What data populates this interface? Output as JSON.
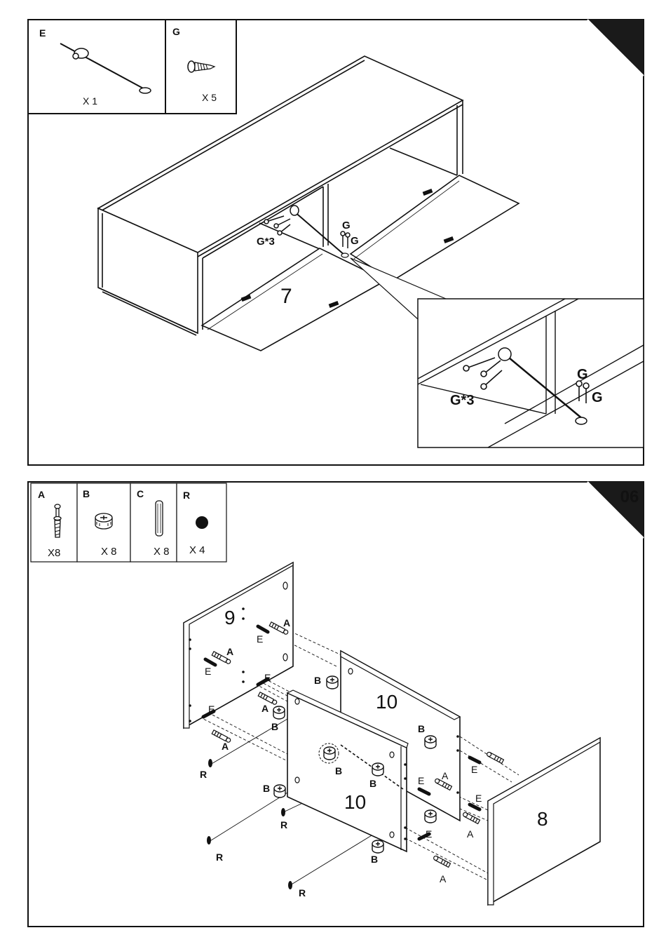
{
  "step1": {
    "step_number": "",
    "parts": [
      {
        "id": "E",
        "qty": "X 1",
        "icon": "hinge-stay-icon"
      },
      {
        "id": "G",
        "qty": "X 5",
        "icon": "screw-icon"
      }
    ],
    "panel_label": "7",
    "callouts": {
      "g3": "G*3",
      "g_top": "G",
      "g_side": "G"
    },
    "detail_callouts": {
      "g3": "G*3",
      "g_top": "G",
      "g_side": "G"
    }
  },
  "step2": {
    "step_number": "06",
    "parts": [
      {
        "id": "A",
        "qty": "X8",
        "icon": "cam-bolt-icon"
      },
      {
        "id": "B",
        "qty": "X 8",
        "icon": "cam-lock-icon"
      },
      {
        "id": "C",
        "qty": "X 8",
        "icon": "wooden-dowel-icon"
      },
      {
        "id": "R",
        "qty": "X 4",
        "icon": "cover-cap-icon"
      }
    ],
    "panels": {
      "left": "9",
      "middle_back": "10",
      "middle_front": "10",
      "right": "8"
    },
    "labels": {
      "A": "A",
      "B": "B",
      "E": "E",
      "R": "R"
    }
  },
  "colors": {
    "line": "#111111",
    "banner": "#1a1a1a",
    "banner_text": "#ffffff"
  }
}
